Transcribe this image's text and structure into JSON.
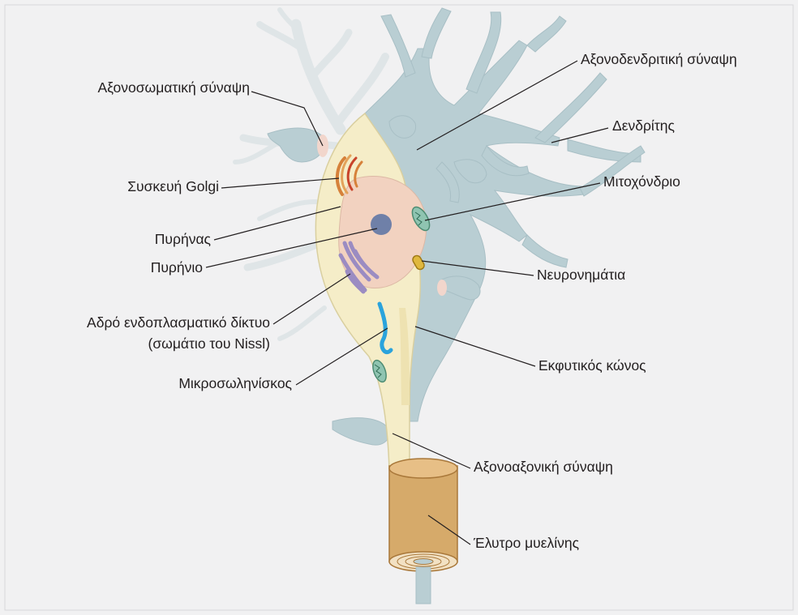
{
  "diagram": {
    "labels": {
      "axosomatic_synapse": "Αξονοσωματική σύναψη",
      "golgi": "Συσκευή Golgi",
      "nucleus": "Πυρήνας",
      "nucleolus": "Πυρήνιο",
      "rough_er_line1": "Αδρό ενδοπλασματικό δίκτυο",
      "rough_er_line2": "(σωμάτιο του Nissl)",
      "microtubule": "Μικροσωληνίσκος",
      "axodendritic_synapse": "Αξονοδενδριτική σύναψη",
      "dendrite": "Δενδρίτης",
      "mitochondrion": "Μιτοχόνδριο",
      "neurofilaments": "Νευρονημάτια",
      "axon_hillock": "Εκφυτικός κώνος",
      "axoaxonic_synapse": "Αξονοαξονική σύναψη",
      "myelin_sheath": "Έλυτρο μυελίνης"
    },
    "colors": {
      "background": "#f1f1f2",
      "dendrite": "#b9ced3",
      "faded_dendrite": "#dfe5e7",
      "soma": "#f5edc8",
      "nucleus": "#f2d2c0",
      "nucleolus": "#6f80a8",
      "golgi": "#d6813a",
      "rough_er": "#9b8cc2",
      "mitochondrion": "#8fc4b1",
      "neurofilament": "#e0b83e",
      "microtubule": "#2aa3dc",
      "myelin": "#d6aa6a",
      "leader_line": "#231f20"
    }
  }
}
